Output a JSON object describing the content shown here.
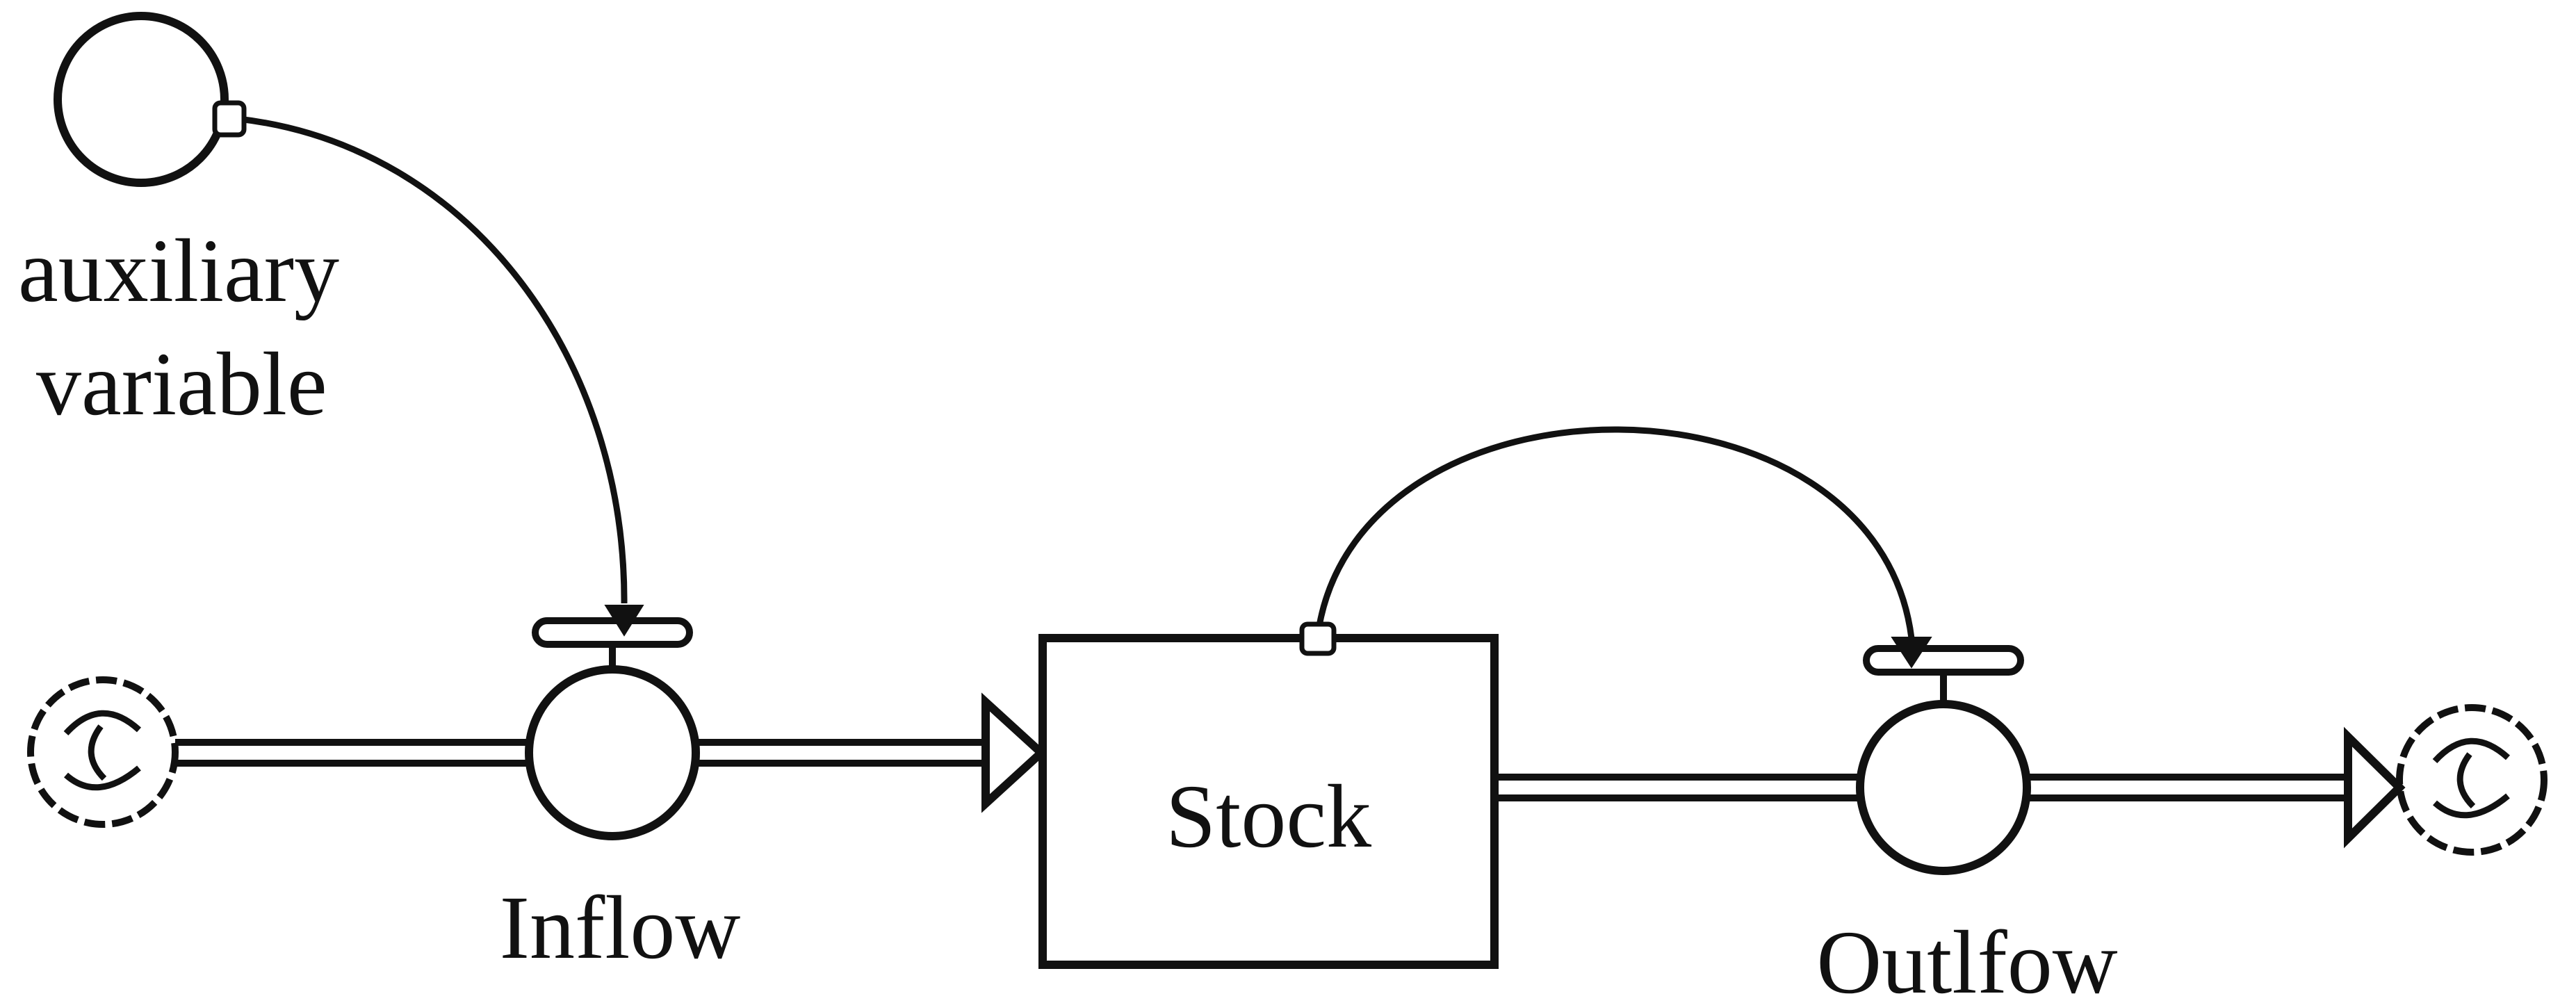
{
  "labels": {
    "auxiliary_line1": "auxiliary",
    "auxiliary_line2": "variable",
    "stock": "Stock",
    "inflow": "Inflow",
    "outflow": "Outlfow"
  },
  "colors": {
    "ink": "#111111",
    "background": "#ffffff"
  }
}
